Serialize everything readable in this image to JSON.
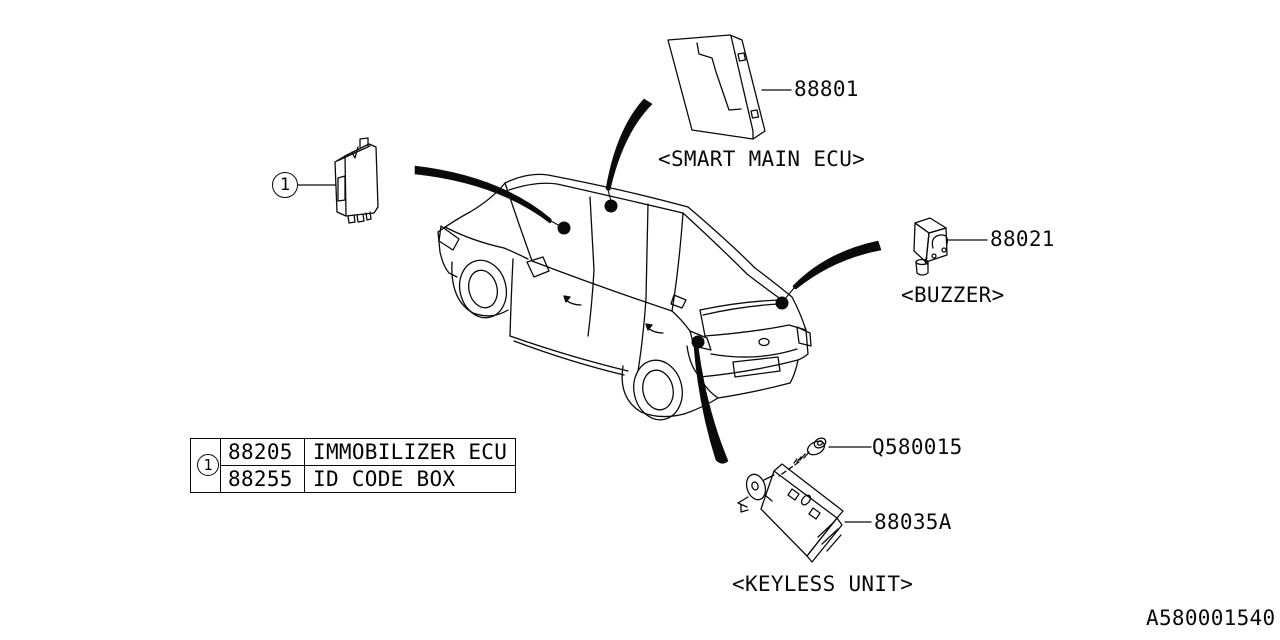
{
  "colors": {
    "ink": "#0a0a0a",
    "background": "#ffffff"
  },
  "labels": {
    "ref_marker": "1",
    "smart_main_ecu": {
      "code": "88801",
      "caption": "<SMART MAIN ECU>"
    },
    "buzzer": {
      "code": "88021",
      "caption": "<BUZZER>"
    },
    "screw": {
      "code": "Q580015"
    },
    "keyless": {
      "code": "88035A",
      "caption": "<KEYLESS UNIT>"
    }
  },
  "legend_table": {
    "ref": "1",
    "rows": [
      {
        "code": "88205",
        "name": "IMMOBILIZER ECU"
      },
      {
        "code": "88255",
        "name": "ID CODE BOX"
      }
    ]
  },
  "footer": {
    "doc_id": "A580001540"
  }
}
